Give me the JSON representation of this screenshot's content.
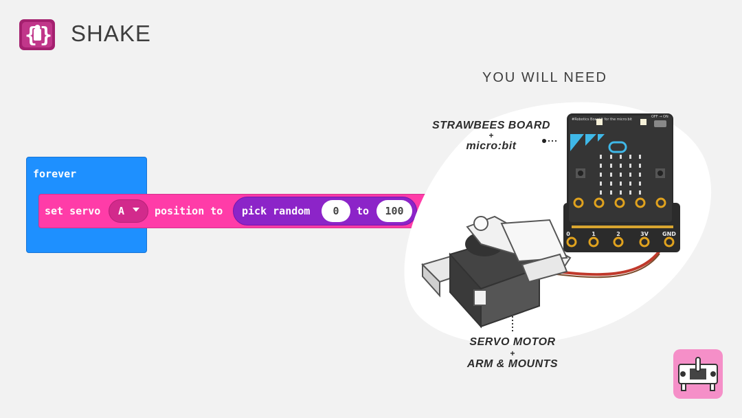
{
  "header": {
    "title": "SHAKE",
    "icon": "puzzle-brackets-icon",
    "icon_color": "#9b1f6e"
  },
  "code": {
    "forever_label": "forever",
    "set_servo_label": "set servo",
    "servo_selected": "A",
    "position_label": "position to",
    "pick_random_label": "pick random",
    "min_value": "0",
    "to_label": "to",
    "max_value": "100",
    "percent_label": "%",
    "colors": {
      "forever": "#1e90ff",
      "servo": "#ff3ca8",
      "random": "#8c24c8"
    }
  },
  "requirements": {
    "title": "YOU WILL NEED",
    "board": {
      "name": "STRAWBEES BOARD",
      "plus": "+",
      "sub": "micro:bit"
    },
    "servo": {
      "name": "SERVO MOTOR",
      "plus": "+",
      "sub": "ARM & MOUNTS"
    },
    "board_text": "#Robotics Board# for the micro:bit",
    "switch_label": "OFF → ON",
    "pin_labels": [
      "0",
      "1",
      "2",
      "3V",
      "GND"
    ]
  },
  "logo": {
    "icon": "robot-logo-icon",
    "color": "#f58fc8"
  }
}
